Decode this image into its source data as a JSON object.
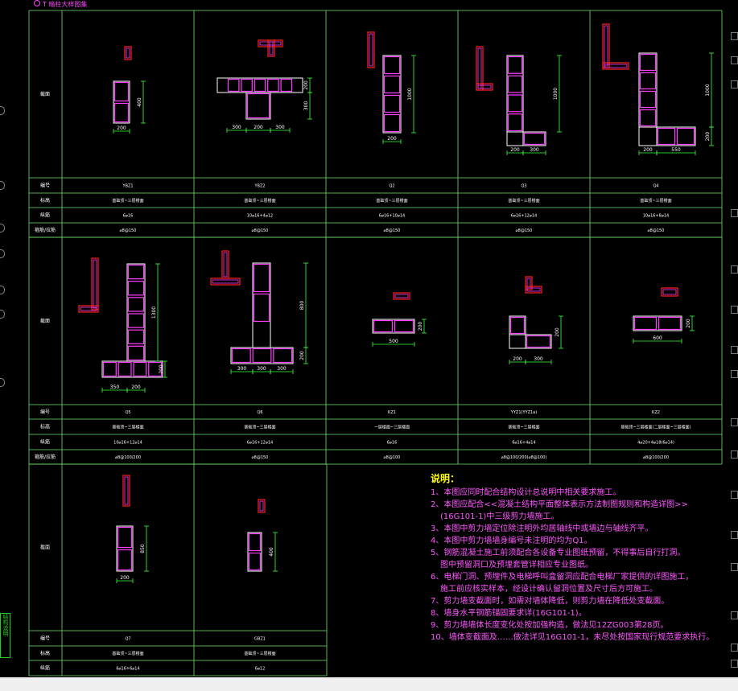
{
  "legend_label": "T 暗柱大样图集",
  "row_labels": {
    "section": "截面",
    "id": "编号",
    "elevation": "标高",
    "rebar": "纵筋",
    "stirrup": "箍筋/拉筋"
  },
  "table1": {
    "ids": [
      "YBZ1",
      "YBZ2",
      "Q2",
      "Q3",
      "Q4"
    ],
    "elevations": [
      "基础顶~三层楼面",
      "基础顶~三层楼面",
      "基础顶~三层楼面",
      "基础顶~三层楼面",
      "基础顶~三层楼面"
    ],
    "rebars": [
      "6⌀16",
      "10⌀16+4⌀12",
      "6⌀16+10⌀14",
      "6⌀16+12⌀14",
      "10⌀16+8⌀14"
    ],
    "stirrups": [
      "⌀8@150",
      "⌀8@150",
      "⌀8@150",
      "⌀8@150",
      "⌀8@150"
    ],
    "dims": {
      "ybz1": [
        "400",
        "200"
      ],
      "ybz2": [
        "200",
        "300",
        "300",
        "200",
        "300"
      ],
      "q2": [
        "1000",
        "200"
      ],
      "q3": [
        "1000",
        "200",
        "300"
      ],
      "q4": [
        "1000",
        "200",
        "200",
        "550"
      ]
    }
  },
  "table2": {
    "ids": [
      "Q5",
      "Q6",
      "KZ1",
      "YYZ1(YYZ1a)",
      "KZ2"
    ],
    "elevations": [
      "基础顶~三层楼面",
      "基础顶~三层楼面",
      "一层楼面~三层楼面",
      "基础顶~三层楼面",
      "基础顶~三层楼面(二层楼面~三层楼面)"
    ],
    "rebars": [
      "10⌀16+12⌀14",
      "6⌀16+12⌀14",
      "6⌀16",
      "6⌀16+4⌀14",
      "4⌀20+4⌀18(6⌀14)"
    ],
    "stirrups": [
      "⌀8@100/200",
      "⌀8@150",
      "⌀8@100",
      "⌀8@100/200(⌀8@100)",
      "⌀8@100/200"
    ],
    "dims": {
      "q5": [
        "1300",
        "200",
        "350",
        "200"
      ],
      "q6": [
        "800",
        "200",
        "300",
        "300",
        "300"
      ],
      "kz1": [
        "200",
        "500"
      ],
      "yyz1": [
        "200",
        "200",
        "300"
      ],
      "kz2": [
        "200",
        "600"
      ]
    }
  },
  "table3": {
    "ids": [
      "Q7",
      "GBZ1"
    ],
    "elevations": [
      "基础顶~三层楼面",
      "基础顶~三层楼面"
    ],
    "rebars": [
      "6⌀16+6⌀14",
      "6⌀12"
    ],
    "dims": {
      "q7": [
        "850",
        "200"
      ],
      "gbz1": [
        "400"
      ]
    }
  },
  "notes": {
    "title": "说明：",
    "lines": [
      "1、本图应同时配合结构设计总说明中相关要求施工。",
      "2、本图应配合<<混凝土结构平面整体表示方法制图规则和构造详图>>",
      "(16G101-1)中三级剪力墙施工。",
      "3、本图中剪力墙定位除注明外均居轴线中或墙边与轴线齐平。",
      "4、本图中剪力墙墙身编号未注明的均为Q1。",
      "5、钢筋混凝土施工前须配合各设备专业图纸预留，不得事后自行打洞。",
      "图中预留洞口及预埋套管详相应专业图纸。",
      "6、电梯门洞、预埋件及电梯呼叫盒留洞应配合电梯厂家提供的详图施工，",
      "施工前应核实样本，经设计确认留洞位置及尺寸后方可施工。",
      "7、剪力墙变截面时，如需对墙体降低，则剪力墙在降低处变截面。",
      "8、墙身水平钢筋锚固要求详(16G101-1)。",
      "9、剪力墙墙体长度变化处按加强构造，做法见12ZG003第28页。",
      "10、墙体变截面及……做法详见16G101-1，未尽处按国家现行规范要求执行。"
    ]
  },
  "side_tab": "结构说明",
  "colors": {
    "grid": "#6fe06f",
    "rebar": "#ff3cff",
    "detail": "#ff2020",
    "dim": "#3cff3c",
    "outline": "#ffffff",
    "notes_title": "#ffff00",
    "notes_text": "#ff55ff"
  }
}
